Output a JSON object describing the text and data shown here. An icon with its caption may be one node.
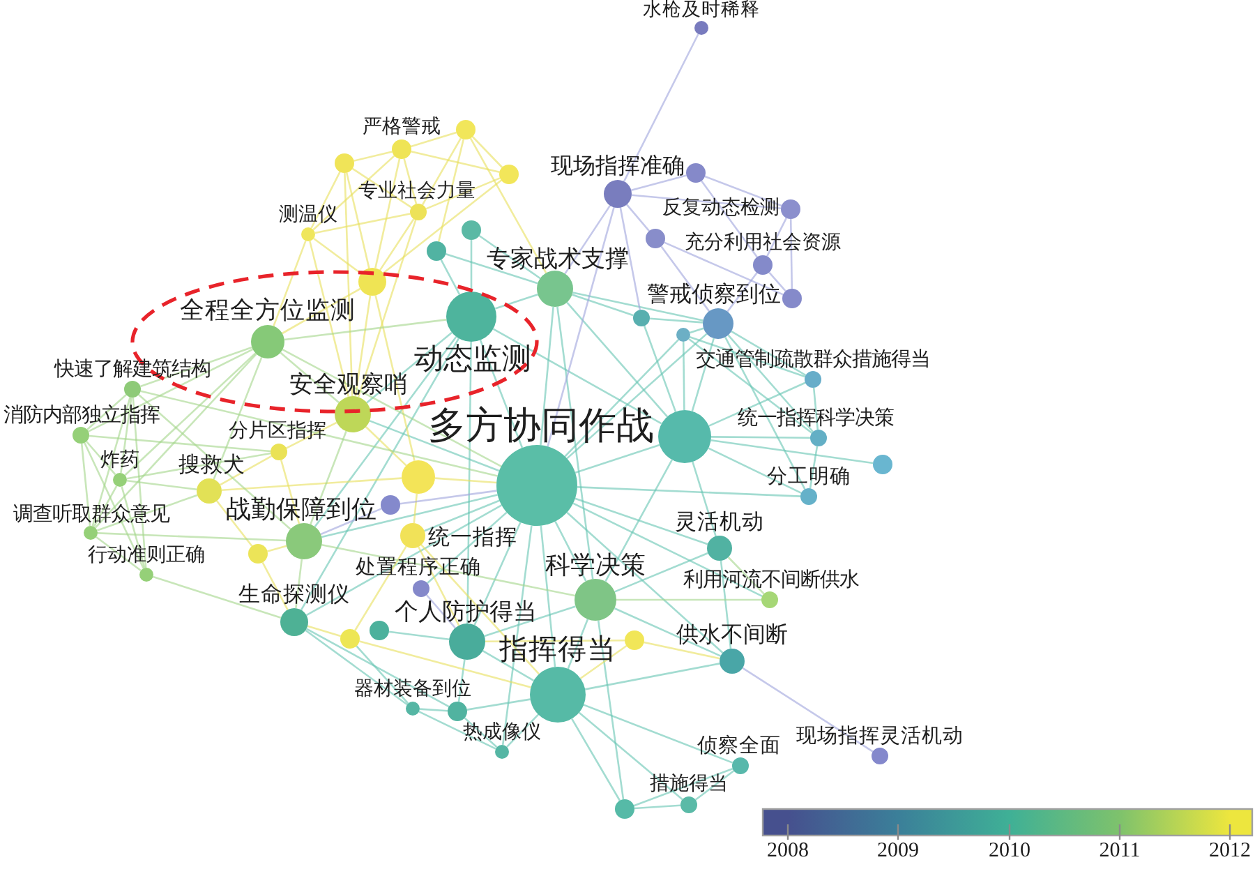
{
  "diagram": {
    "nodes": [
      {
        "text": [],
        "shape": "circle",
        "beside": [
          "水枪及时稀释"
        ]
      },
      {
        "text": [],
        "shape": "circle",
        "beside": [
          "严格警戒"
        ]
      },
      {
        "text": [],
        "shape": "circle"
      },
      {
        "text": [],
        "shape": "circle",
        "beside": [
          "现场指挥准确"
        ]
      },
      {
        "text": [],
        "shape": "circle"
      },
      {
        "text": [],
        "shape": "circle"
      },
      {
        "text": [],
        "shape": "circle",
        "beside": [
          "专业社会力量"
        ]
      },
      {
        "text": [],
        "shape": "circle",
        "beside": [
          "反复动态检测"
        ]
      },
      {
        "text": [],
        "shape": "circle",
        "beside": [
          "测温仪"
        ]
      },
      {
        "text": [],
        "shape": "circle"
      },
      {
        "text": [],
        "shape": "circle"
      },
      {
        "text": [],
        "shape": "circle",
        "beside": [
          "充分利用社会资源"
        ]
      },
      {
        "text": [],
        "shape": "circle"
      },
      {
        "text": [],
        "shape": "circle",
        "beside": [
          "专家战术支撑"
        ]
      },
      {
        "text": [],
        "shape": "circle"
      },
      {
        "text": [],
        "shape": "circle",
        "beside": [
          "警戒侦察到位"
        ]
      },
      {
        "text": [],
        "shape": "circle"
      },
      {
        "text": [],
        "shape": "circle"
      },
      {
        "text": [],
        "shape": "circle",
        "beside": [
          "全程全方位监测"
        ]
      },
      {
        "text": [],
        "shape": "circle"
      },
      {
        "text": [],
        "shape": "circle",
        "beside": [
          "动态监测"
        ]
      },
      {
        "text": [],
        "shape": "circle",
        "beside": [
          "交通管制疏散群众措施得当"
        ]
      },
      {
        "text": [],
        "shape": "circle",
        "beside": [
          "快速了解建筑结构"
        ]
      },
      {
        "text": [],
        "shape": "circle",
        "beside": [
          "安全观察哨"
        ]
      },
      {
        "text": [],
        "shape": "circle",
        "beside": [
          "消防内部独立指挥"
        ]
      },
      {
        "text": [],
        "shape": "circle",
        "beside": [
          "统一指挥科学决策"
        ]
      },
      {
        "text": [],
        "shape": "circle",
        "beside": [
          "多方协同作战"
        ]
      },
      {
        "text": [],
        "shape": "circle"
      },
      {
        "text": [],
        "shape": "circle",
        "beside": [
          "分片区指挥"
        ]
      },
      {
        "text": [],
        "shape": "circle",
        "beside": [
          "炸药"
        ]
      },
      {
        "text": [],
        "shape": "circle",
        "beside": [
          "搜救犬"
        ]
      },
      {
        "text": [],
        "shape": "circle"
      },
      {
        "text": [],
        "shape": "circle",
        "beside": [
          "分工明确"
        ]
      },
      {
        "text": [],
        "shape": "circle"
      },
      {
        "text": [],
        "shape": "circle",
        "beside": [
          "战勤保障到位"
        ]
      },
      {
        "text": [],
        "shape": "circle"
      },
      {
        "text": [],
        "shape": "circle",
        "beside": [
          "调查听取群众意见"
        ]
      },
      {
        "text": [],
        "shape": "circle",
        "beside": [
          "灵活机动"
        ]
      },
      {
        "text": [],
        "shape": "circle",
        "beside": [
          "统一指挥"
        ]
      },
      {
        "text": [],
        "shape": "circle"
      },
      {
        "text": [],
        "shape": "circle",
        "beside": [
          "行动准则正确"
        ]
      },
      {
        "text": [],
        "shape": "circle",
        "beside": [
          "科学决策"
        ]
      },
      {
        "text": [],
        "shape": "circle",
        "beside": [
          "处置程序正确"
        ]
      },
      {
        "text": [],
        "shape": "circle",
        "beside": [
          "利用河流不间断供水"
        ]
      },
      {
        "text": [],
        "shape": "circle",
        "beside": [
          "生命探测仪"
        ]
      },
      {
        "text": [],
        "shape": "circle"
      },
      {
        "text": [],
        "shape": "circle",
        "beside": [
          "个人防护得当"
        ]
      },
      {
        "text": [],
        "shape": "circle"
      },
      {
        "text": [],
        "shape": "circle"
      },
      {
        "text": [],
        "shape": "circle",
        "beside": [
          "供水不间断"
        ]
      },
      {
        "text": [],
        "shape": "circle",
        "beside": [
          "指挥得当"
        ]
      },
      {
        "text": [],
        "shape": "circle",
        "beside": [
          "器材装备到位"
        ]
      },
      {
        "text": [],
        "shape": "circle"
      },
      {
        "text": [],
        "shape": "circle",
        "beside": [
          "热成像仪"
        ]
      },
      {
        "text": [],
        "shape": "circle",
        "beside": [
          "现场指挥灵活机动"
        ]
      },
      {
        "text": [],
        "shape": "circle",
        "beside": [
          "侦察全面"
        ]
      },
      {
        "text": [],
        "shape": "circle",
        "beside": [
          "措施得当"
        ]
      },
      {
        "text": [],
        "shape": "circle"
      },
      {
        "text": [],
        "shape": "circle"
      }
    ],
    "edges": [
      {
        "from": 13,
        "to": 26,
        "arrow": "none"
      },
      {
        "from": 13,
        "to": 20,
        "arrow": "none"
      },
      {
        "from": 13,
        "to": 15,
        "arrow": "none"
      },
      {
        "from": 13,
        "to": 9,
        "arrow": "none"
      },
      {
        "from": 13,
        "to": 12,
        "arrow": "none"
      },
      {
        "from": 13,
        "to": 27,
        "arrow": "none"
      },
      {
        "from": 13,
        "to": 41,
        "arrow": "none"
      },
      {
        "from": 13,
        "to": 17,
        "arrow": "none"
      },
      {
        "from": 9,
        "to": 20,
        "arrow": "none"
      },
      {
        "from": 12,
        "to": 20,
        "arrow": "none"
      },
      {
        "from": 20,
        "to": 26,
        "arrow": "none"
      },
      {
        "from": 20,
        "to": 23,
        "arrow": "none"
      },
      {
        "from": 20,
        "to": 27,
        "arrow": "none"
      },
      {
        "from": 20,
        "to": 46,
        "arrow": "none"
      },
      {
        "from": 20,
        "to": 34,
        "arrow": "none"
      },
      {
        "from": 26,
        "to": 41,
        "arrow": "none"
      },
      {
        "from": 26,
        "to": 46,
        "arrow": "none"
      },
      {
        "from": 26,
        "to": 50,
        "arrow": "none"
      },
      {
        "from": 26,
        "to": 37,
        "arrow": "none"
      },
      {
        "from": 26,
        "to": 43,
        "arrow": "none"
      },
      {
        "from": 26,
        "to": 49,
        "arrow": "none"
      },
      {
        "from": 26,
        "to": 19,
        "arrow": "none"
      },
      {
        "from": 26,
        "to": 15,
        "arrow": "none"
      },
      {
        "from": 26,
        "to": 38,
        "arrow": "none"
      },
      {
        "from": 26,
        "to": 42,
        "arrow": "none"
      },
      {
        "from": 26,
        "to": 44,
        "arrow": "none"
      },
      {
        "from": 26,
        "to": 34,
        "arrow": "none"
      },
      {
        "from": 26,
        "to": 23,
        "arrow": "none"
      },
      {
        "from": 26,
        "to": 32,
        "arrow": "none"
      },
      {
        "from": 26,
        "to": 53,
        "arrow": "none"
      },
      {
        "from": 26,
        "to": 27,
        "arrow": "none"
      },
      {
        "from": 27,
        "to": 15,
        "arrow": "none"
      },
      {
        "from": 27,
        "to": 21,
        "arrow": "none"
      },
      {
        "from": 27,
        "to": 25,
        "arrow": "none"
      },
      {
        "from": 27,
        "to": 32,
        "arrow": "none"
      },
      {
        "from": 27,
        "to": 31,
        "arrow": "none"
      },
      {
        "from": 27,
        "to": 37,
        "arrow": "none"
      },
      {
        "from": 27,
        "to": 41,
        "arrow": "none"
      },
      {
        "from": 27,
        "to": 17,
        "arrow": "none"
      },
      {
        "from": 27,
        "to": 19,
        "arrow": "none"
      },
      {
        "from": 15,
        "to": 19,
        "arrow": "none"
      },
      {
        "from": 15,
        "to": 21,
        "arrow": "none"
      },
      {
        "from": 15,
        "to": 25,
        "arrow": "none"
      },
      {
        "from": 15,
        "to": 32,
        "arrow": "none"
      },
      {
        "from": 15,
        "to": 17,
        "arrow": "none"
      },
      {
        "from": 19,
        "to": 25,
        "arrow": "none"
      },
      {
        "from": 19,
        "to": 21,
        "arrow": "none"
      },
      {
        "from": 21,
        "to": 25,
        "arrow": "none"
      },
      {
        "from": 25,
        "to": 32,
        "arrow": "none"
      },
      {
        "from": 37,
        "to": 49,
        "arrow": "none"
      },
      {
        "from": 37,
        "to": 41,
        "arrow": "none"
      },
      {
        "from": 49,
        "to": 50,
        "arrow": "none"
      },
      {
        "from": 49,
        "to": 41,
        "arrow": "none"
      },
      {
        "from": 55,
        "to": 56,
        "arrow": "none"
      },
      {
        "from": 55,
        "to": 57,
        "arrow": "none"
      },
      {
        "from": 55,
        "to": 50,
        "arrow": "none"
      },
      {
        "from": 56,
        "to": 57,
        "arrow": "none"
      },
      {
        "from": 56,
        "to": 50,
        "arrow": "none"
      },
      {
        "from": 57,
        "to": 50,
        "arrow": "none"
      },
      {
        "from": 57,
        "to": 41,
        "arrow": "none"
      },
      {
        "from": 41,
        "to": 50,
        "arrow": "none"
      },
      {
        "from": 41,
        "to": 46,
        "arrow": "none"
      },
      {
        "from": 46,
        "to": 50,
        "arrow": "none"
      },
      {
        "from": 45,
        "to": 46,
        "arrow": "none"
      },
      {
        "from": 44,
        "to": 51,
        "arrow": "none"
      },
      {
        "from": 44,
        "to": 52,
        "arrow": "none"
      },
      {
        "from": 51,
        "to": 52,
        "arrow": "none"
      },
      {
        "from": 52,
        "to": 53,
        "arrow": "none"
      },
      {
        "from": 51,
        "to": 53,
        "arrow": "none"
      },
      {
        "from": 46,
        "to": 52,
        "arrow": "none"
      },
      {
        "from": 53,
        "to": 50,
        "arrow": "none"
      },
      {
        "from": 52,
        "to": 50,
        "arrow": "none"
      },
      {
        "from": 47,
        "to": 51,
        "arrow": "none"
      },
      {
        "from": 20,
        "to": 44,
        "arrow": "none"
      },
      {
        "from": 1,
        "to": 2,
        "arrow": "none",
        "color": "#e8df5c"
      },
      {
        "from": 1,
        "to": 6,
        "arrow": "none",
        "color": "#e8df5c"
      },
      {
        "from": 1,
        "to": 4,
        "arrow": "none",
        "color": "#e8df5c"
      },
      {
        "from": 1,
        "to": 14,
        "arrow": "none",
        "color": "#e8df5c"
      },
      {
        "from": 1,
        "to": 8,
        "arrow": "none",
        "color": "#e8df5c"
      },
      {
        "from": 2,
        "to": 6,
        "arrow": "none",
        "color": "#e8df5c"
      },
      {
        "from": 2,
        "to": 4,
        "arrow": "none",
        "color": "#e8df5c"
      },
      {
        "from": 2,
        "to": 12,
        "arrow": "none",
        "color": "#e8df5c"
      },
      {
        "from": 4,
        "to": 6,
        "arrow": "none",
        "color": "#e8df5c"
      },
      {
        "from": 4,
        "to": 14,
        "arrow": "none",
        "color": "#e8df5c"
      },
      {
        "from": 6,
        "to": 8,
        "arrow": "none",
        "color": "#e8df5c"
      },
      {
        "from": 6,
        "to": 14,
        "arrow": "none",
        "color": "#e8df5c"
      },
      {
        "from": 6,
        "to": 23,
        "arrow": "none",
        "color": "#e8df5c"
      },
      {
        "from": 8,
        "to": 14,
        "arrow": "none",
        "color": "#e8df5c"
      },
      {
        "from": 8,
        "to": 18,
        "arrow": "none",
        "color": "#e8df5c"
      },
      {
        "from": 8,
        "to": 23,
        "arrow": "none",
        "color": "#e8df5c"
      },
      {
        "from": 14,
        "to": 23,
        "arrow": "none",
        "color": "#e8df5c"
      },
      {
        "from": 14,
        "to": 18,
        "arrow": "none",
        "color": "#e8df5c"
      },
      {
        "from": 14,
        "to": 33,
        "arrow": "none",
        "color": "#e8df5c"
      },
      {
        "from": 23,
        "to": 33,
        "arrow": "none",
        "color": "#e8df5c"
      },
      {
        "from": 23,
        "to": 28,
        "arrow": "none",
        "color": "#e8df5c"
      },
      {
        "from": 30,
        "to": 33,
        "arrow": "none",
        "color": "#e8df5c"
      },
      {
        "from": 30,
        "to": 28,
        "arrow": "none",
        "color": "#e8df5c"
      },
      {
        "from": 30,
        "to": 39,
        "arrow": "none",
        "color": "#e8df5c"
      },
      {
        "from": 33,
        "to": 38,
        "arrow": "none",
        "color": "#e8df5c"
      },
      {
        "from": 38,
        "to": 47,
        "arrow": "none",
        "color": "#e8df5c"
      },
      {
        "from": 39,
        "to": 44,
        "arrow": "none",
        "color": "#e8df5c"
      },
      {
        "from": 28,
        "to": 34,
        "arrow": "none",
        "color": "#e8df5c"
      },
      {
        "from": 33,
        "to": 26,
        "arrow": "none",
        "color": "#e8df5c"
      },
      {
        "from": 47,
        "to": 44,
        "arrow": "none",
        "color": "#e8df5c"
      },
      {
        "from": 47,
        "to": 50,
        "arrow": "none",
        "color": "#e8df5c"
      },
      {
        "from": 48,
        "to": 50,
        "arrow": "none",
        "color": "#e8df5c"
      },
      {
        "from": 48,
        "to": 46,
        "arrow": "none",
        "color": "#e8df5c"
      },
      {
        "from": 48,
        "to": 49,
        "arrow": "none",
        "color": "#e8df5c"
      },
      {
        "from": 38,
        "to": 46,
        "arrow": "none",
        "color": "#e8df5c"
      },
      {
        "from": 39,
        "to": 34,
        "arrow": "none",
        "color": "#e8df5c"
      },
      {
        "from": 2,
        "to": 13,
        "arrow": "none",
        "color": "#e8df5c"
      },
      {
        "from": 58,
        "to": 1,
        "arrow": "none",
        "color": "#e8df5c"
      },
      {
        "from": 58,
        "to": 6,
        "arrow": "none",
        "color": "#e8df5c"
      },
      {
        "from": 58,
        "to": 8,
        "arrow": "none",
        "color": "#e8df5c"
      },
      {
        "from": 58,
        "to": 14,
        "arrow": "none",
        "color": "#e8df5c"
      },
      {
        "from": 58,
        "to": 23,
        "arrow": "none",
        "color": "#e8df5c"
      },
      {
        "from": 38,
        "to": 50,
        "arrow": "none",
        "color": "#e8df5c"
      },
      {
        "from": 18,
        "to": 22,
        "arrow": "none",
        "color": "#a4d58a"
      },
      {
        "from": 18,
        "to": 24,
        "arrow": "none",
        "color": "#a4d58a"
      },
      {
        "from": 18,
        "to": 29,
        "arrow": "none",
        "color": "#a4d58a"
      },
      {
        "from": 18,
        "to": 36,
        "arrow": "none",
        "color": "#a4d58a"
      },
      {
        "from": 18,
        "to": 23,
        "arrow": "none",
        "color": "#a4d58a"
      },
      {
        "from": 18,
        "to": 30,
        "arrow": "none",
        "color": "#a4d58a"
      },
      {
        "from": 22,
        "to": 24,
        "arrow": "none",
        "color": "#a4d58a"
      },
      {
        "from": 22,
        "to": 29,
        "arrow": "none",
        "color": "#a4d58a"
      },
      {
        "from": 22,
        "to": 36,
        "arrow": "none",
        "color": "#a4d58a"
      },
      {
        "from": 22,
        "to": 40,
        "arrow": "none",
        "color": "#a4d58a"
      },
      {
        "from": 24,
        "to": 29,
        "arrow": "none",
        "color": "#a4d58a"
      },
      {
        "from": 24,
        "to": 36,
        "arrow": "none",
        "color": "#a4d58a"
      },
      {
        "from": 24,
        "to": 40,
        "arrow": "none",
        "color": "#a4d58a"
      },
      {
        "from": 29,
        "to": 36,
        "arrow": "none",
        "color": "#a4d58a"
      },
      {
        "from": 29,
        "to": 30,
        "arrow": "none",
        "color": "#a4d58a"
      },
      {
        "from": 29,
        "to": 40,
        "arrow": "none",
        "color": "#a4d58a"
      },
      {
        "from": 36,
        "to": 40,
        "arrow": "none",
        "color": "#a4d58a"
      },
      {
        "from": 36,
        "to": 34,
        "arrow": "none",
        "color": "#a4d58a"
      },
      {
        "from": 40,
        "to": 44,
        "arrow": "none",
        "color": "#a4d58a"
      },
      {
        "from": 22,
        "to": 34,
        "arrow": "none",
        "color": "#a4d58a"
      },
      {
        "from": 24,
        "to": 28,
        "arrow": "none",
        "color": "#a4d58a"
      },
      {
        "from": 29,
        "to": 28,
        "arrow": "none",
        "color": "#a4d58a"
      },
      {
        "from": 36,
        "to": 30,
        "arrow": "none",
        "color": "#a4d58a"
      },
      {
        "from": 34,
        "to": 44,
        "arrow": "none",
        "color": "#a4d58a"
      },
      {
        "from": 34,
        "to": 41,
        "arrow": "none",
        "color": "#a4d58a"
      },
      {
        "from": 18,
        "to": 20,
        "arrow": "none",
        "color": "#a4d58a"
      },
      {
        "from": 18,
        "to": 26,
        "arrow": "none",
        "color": "#a4d58a"
      },
      {
        "from": 23,
        "to": 34,
        "arrow": "none",
        "color": "#a4d58a"
      },
      {
        "from": 43,
        "to": 41,
        "arrow": "none",
        "color": "#a4d58a"
      },
      {
        "from": 43,
        "to": 37,
        "arrow": "none",
        "color": "#a4d58a"
      },
      {
        "from": 26,
        "to": 22,
        "arrow": "none",
        "color": "#a4d58a"
      },
      {
        "from": 0,
        "to": 3,
        "arrow": "none",
        "color": "#9fa4dc"
      },
      {
        "from": 3,
        "to": 5,
        "arrow": "none",
        "color": "#9fa4dc"
      },
      {
        "from": 3,
        "to": 7,
        "arrow": "none",
        "color": "#9fa4dc"
      },
      {
        "from": 3,
        "to": 10,
        "arrow": "none",
        "color": "#9fa4dc"
      },
      {
        "from": 3,
        "to": 13,
        "arrow": "none",
        "color": "#9fa4dc"
      },
      {
        "from": 3,
        "to": 17,
        "arrow": "none",
        "color": "#9fa4dc"
      },
      {
        "from": 5,
        "to": 7,
        "arrow": "none",
        "color": "#9fa4dc"
      },
      {
        "from": 5,
        "to": 11,
        "arrow": "none",
        "color": "#9fa4dc"
      },
      {
        "from": 7,
        "to": 16,
        "arrow": "none",
        "color": "#9fa4dc"
      },
      {
        "from": 7,
        "to": 11,
        "arrow": "none",
        "color": "#9fa4dc"
      },
      {
        "from": 10,
        "to": 15,
        "arrow": "none",
        "color": "#9fa4dc"
      },
      {
        "from": 11,
        "to": 15,
        "arrow": "none",
        "color": "#9fa4dc"
      },
      {
        "from": 11,
        "to": 16,
        "arrow": "none",
        "color": "#9fa4dc"
      },
      {
        "from": 10,
        "to": 16,
        "arrow": "none",
        "color": "#9fa4dc"
      },
      {
        "from": 3,
        "to": 26,
        "arrow": "none",
        "color": "#9fa4dc"
      },
      {
        "from": 49,
        "to": 54,
        "arrow": "none",
        "color": "#9fa4dc"
      },
      {
        "from": 35,
        "to": 26,
        "arrow": "none",
        "color": "#9fa4dc"
      },
      {
        "from": 42,
        "to": 46,
        "arrow": "none",
        "color": "#9fa4dc"
      },
      {
        "from": 35,
        "to": 34,
        "arrow": "none",
        "color": "#9fa4dc"
      }
    ],
    "legend": [
      {
        "text": "2008",
        "color": "#46508e"
      },
      {
        "text": "2009",
        "color": "#3b7f99"
      },
      {
        "text": "2010",
        "color": "#3fb096"
      },
      {
        "text": "2011",
        "color": "#7ec26c"
      },
      {
        "text": "2012",
        "color": "#ede63e"
      }
    ]
  }
}
